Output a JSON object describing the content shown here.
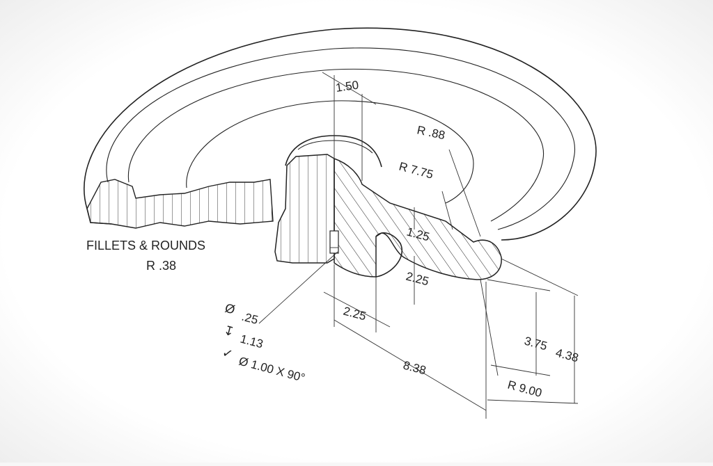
{
  "notes": {
    "fillets_line1": "FILLETS & ROUNDS",
    "fillets_line2": "R .38"
  },
  "callout": {
    "dia_symbol": "Ø",
    "dia_value": ".25",
    "depth_symbol": "↧",
    "depth_value": "1.13",
    "csk_symbol": "✓",
    "csk_text": "Ø 1.00 X 90°"
  },
  "dimensions": {
    "top_width": "1.50",
    "fillet_radius": "R .88",
    "inner_radius": "R 7.75",
    "thickness": "1.25",
    "step_height": "2.25",
    "hub_width": "2.25",
    "base_length": "8.38",
    "outer_radius": "R 9.00",
    "height_inner": "3.75",
    "height_total": "4.38"
  }
}
